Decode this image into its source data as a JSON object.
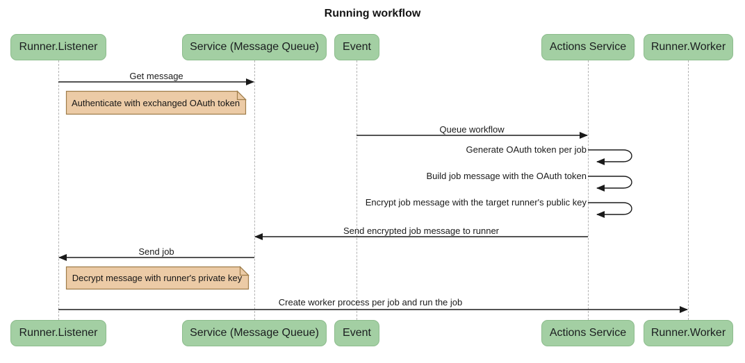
{
  "title": "Running workflow",
  "actors": [
    {
      "label": "Runner.Listener"
    },
    {
      "label": "Service (Message Queue)"
    },
    {
      "label": "Event"
    },
    {
      "label": "Actions Service"
    },
    {
      "label": "Runner.Worker"
    }
  ],
  "messages": [
    {
      "label": "Get message",
      "from": "Runner.Listener",
      "to": "Service (Message Queue)",
      "kind": "solid-arrow"
    },
    {
      "label": "Queue workflow",
      "from": "Event",
      "to": "Actions Service",
      "kind": "solid-arrow"
    },
    {
      "label": "Generate OAuth token per job",
      "from": "Actions Service",
      "to": "Actions Service",
      "kind": "self-loop"
    },
    {
      "label": "Build job message with the OAuth token",
      "from": "Actions Service",
      "to": "Actions Service",
      "kind": "self-loop"
    },
    {
      "label": "Encrypt job message with the target runner's public key",
      "from": "Actions Service",
      "to": "Actions Service",
      "kind": "self-loop"
    },
    {
      "label": "Send encrypted job message to runner",
      "from": "Actions Service",
      "to": "Service (Message Queue)",
      "kind": "solid-arrow"
    },
    {
      "label": "Send job",
      "from": "Service (Message Queue)",
      "to": "Runner.Listener",
      "kind": "solid-arrow"
    },
    {
      "label": "Create worker process per job and run the job",
      "from": "Runner.Listener",
      "to": "Runner.Worker",
      "kind": "solid-arrow"
    }
  ],
  "notes": [
    {
      "text": "Authenticate with exchanged OAuth token",
      "over": "Runner.Listener / Service (Message Queue)"
    },
    {
      "text": "Decrypt message with runner's private key",
      "over": "Runner.Listener / Service (Message Queue)"
    }
  ],
  "colors": {
    "actor_fill": "#a3cfa3",
    "actor_border": "#8cbc8c",
    "note_fill": "#eccba6",
    "note_border": "#9e7c49",
    "message_line": "#1a1a1a",
    "lifeline": "#b3b3b3",
    "background": "#ffffff"
  }
}
